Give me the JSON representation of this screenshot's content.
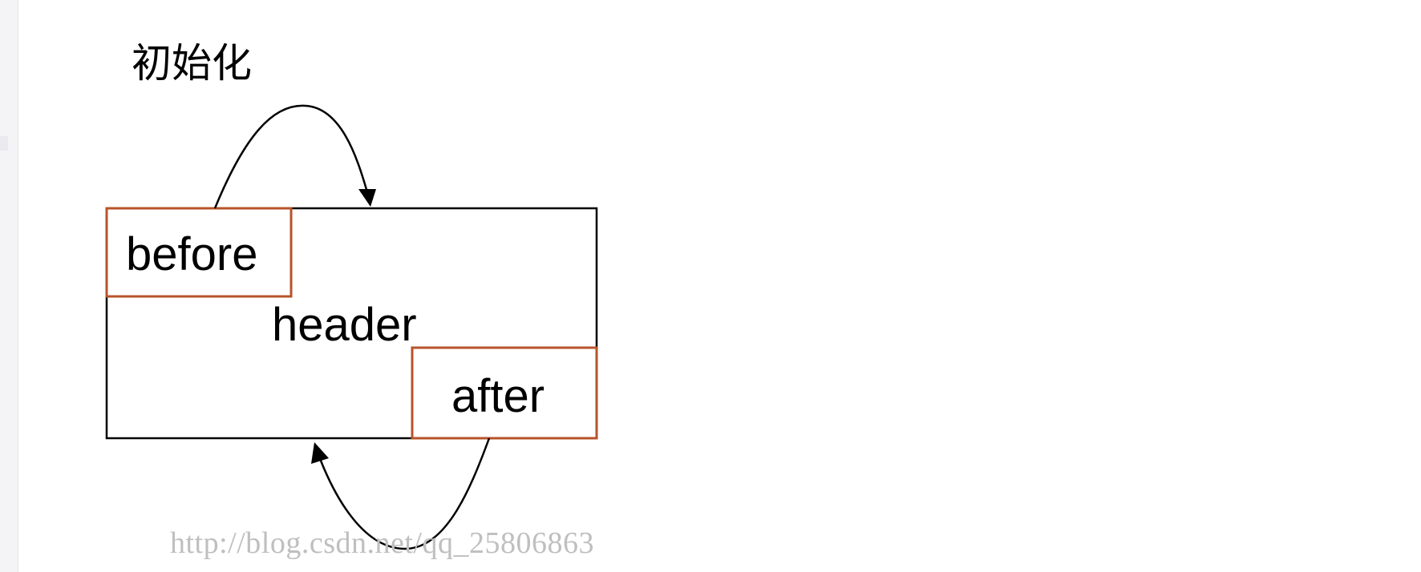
{
  "diagram": {
    "title": "初始化",
    "header_label": "header",
    "before_label": "before",
    "after_label": "after",
    "watermark": "http://blog.csdn.net/qq_25806863"
  },
  "colors": {
    "outline": "#000000",
    "pseudo_box": "#b8532a",
    "watermark": "#bfbfbf",
    "strip": "#f4f4f6"
  }
}
